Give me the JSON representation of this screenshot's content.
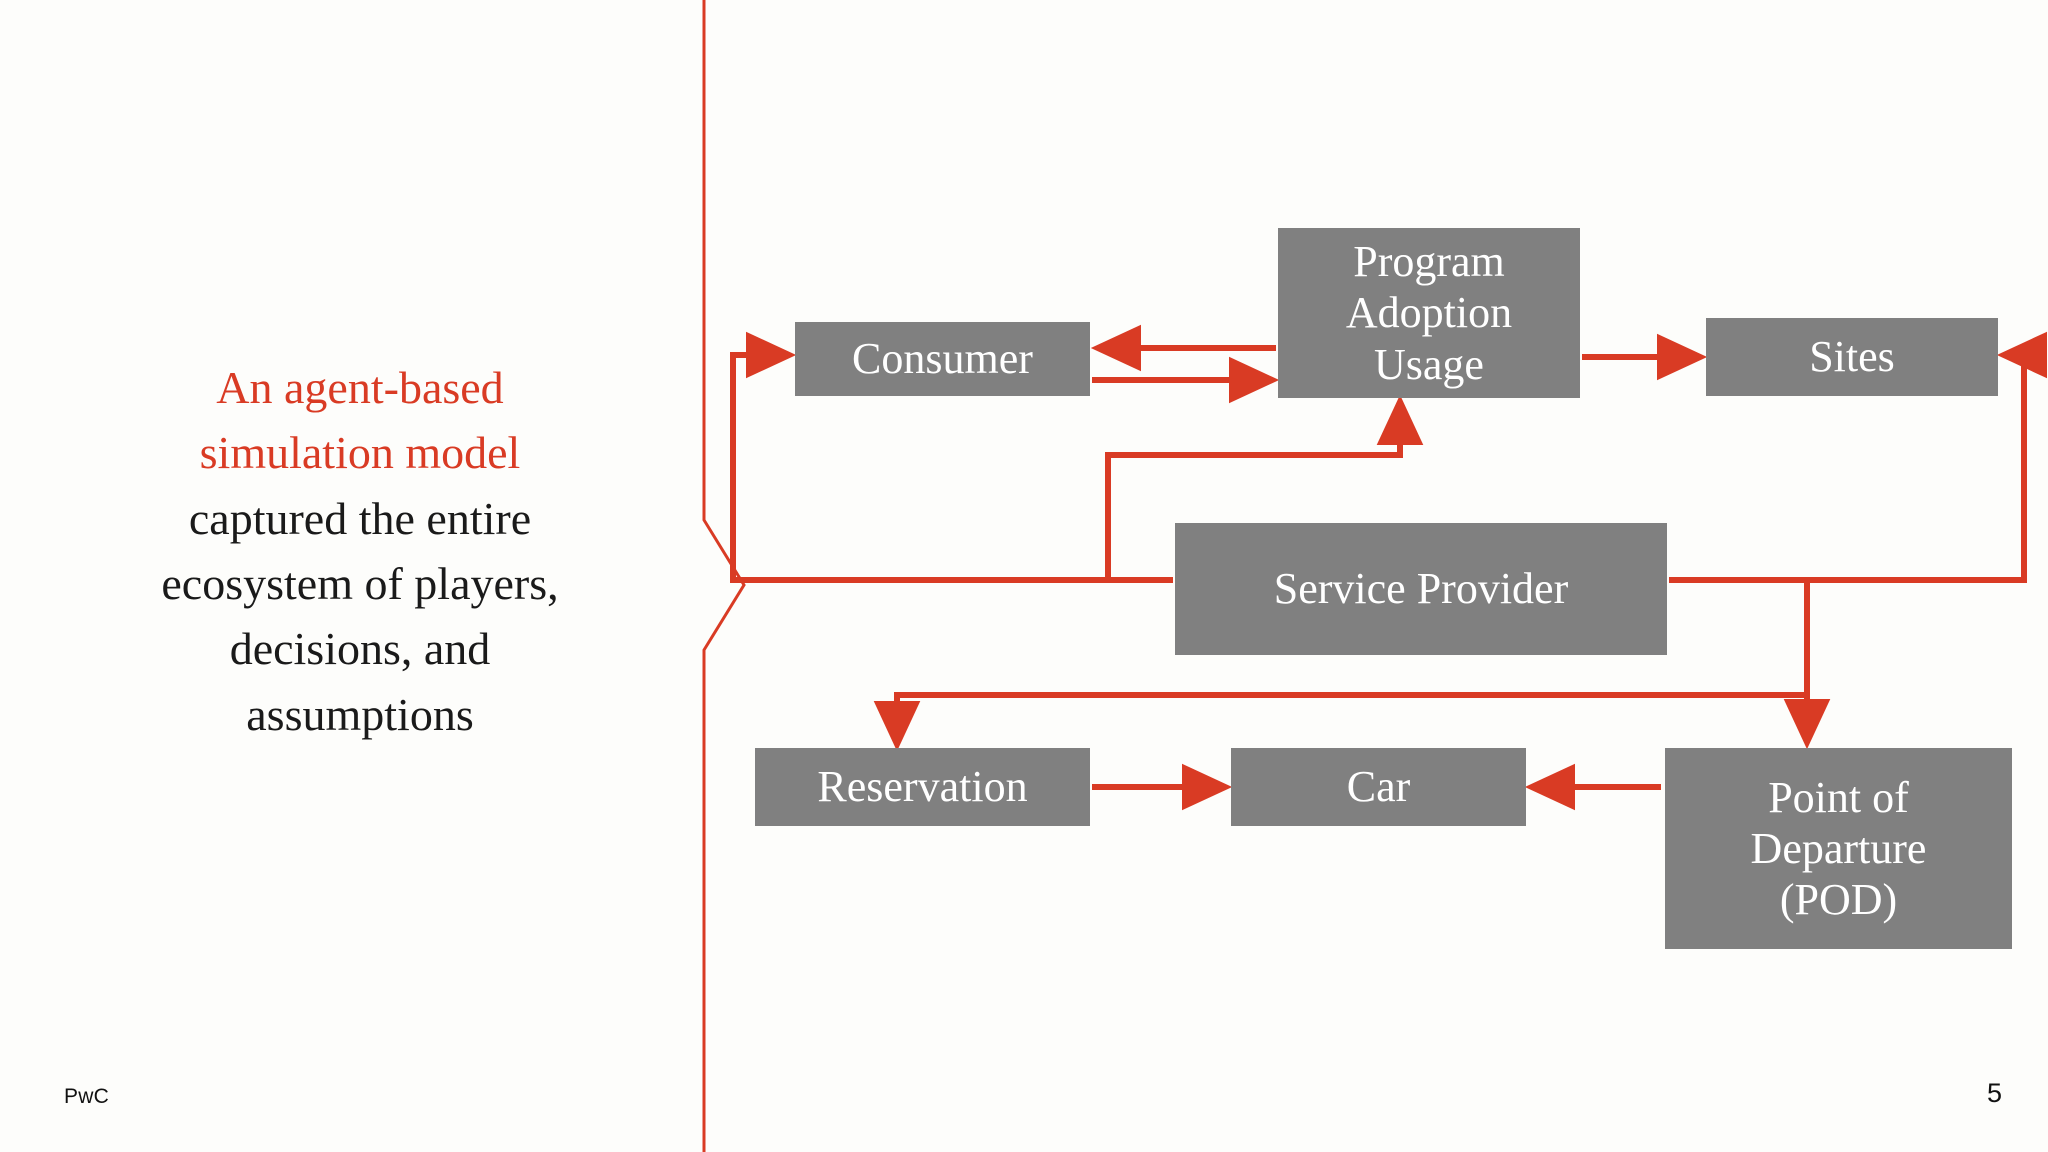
{
  "slide": {
    "background_color": "#fdfdfb",
    "accent_color": "#d93b24",
    "node_fill_color": "#808080",
    "node_text_color": "#ffffff",
    "body_text_color": "#1a1a1a"
  },
  "lead_text": {
    "accent_line_1": "An agent-based",
    "accent_line_2": "simulation model",
    "plain_line_1": "captured the entire",
    "plain_line_2": "ecosystem of players,",
    "plain_line_3": "decisions, and",
    "plain_line_4": "assumptions",
    "full_text": "An agent-based simulation model captured the entire ecosystem of players, decisions, and assumptions"
  },
  "diagram": {
    "type": "flow-diagram",
    "nodes": [
      {
        "id": "consumer",
        "label": "Consumer",
        "lines": [
          "Consumer"
        ]
      },
      {
        "id": "program",
        "label": "Program Adoption Usage",
        "lines": [
          "Program",
          "Adoption",
          "Usage"
        ]
      },
      {
        "id": "sites",
        "label": "Sites",
        "lines": [
          "Sites"
        ]
      },
      {
        "id": "service",
        "label": "Service Provider",
        "lines": [
          "Service Provider"
        ]
      },
      {
        "id": "reservation",
        "label": "Reservation",
        "lines": [
          "Reservation"
        ]
      },
      {
        "id": "car",
        "label": "Car",
        "lines": [
          "Car"
        ]
      },
      {
        "id": "pod",
        "label": "Point of Departure (POD)",
        "lines": [
          "Point of",
          "Departure",
          "(POD)"
        ]
      }
    ],
    "edges": [
      {
        "from": "program",
        "to": "consumer",
        "style": "straight-horizontal"
      },
      {
        "from": "consumer",
        "to": "program",
        "style": "straight-horizontal"
      },
      {
        "from": "program",
        "to": "sites",
        "style": "straight-horizontal"
      },
      {
        "from": "service",
        "to": "program",
        "style": "orthogonal-up"
      },
      {
        "from": "service",
        "to": "consumer",
        "style": "orthogonal-left-up"
      },
      {
        "from": "service",
        "to": "sites",
        "style": "orthogonal-right-up"
      },
      {
        "from": "service",
        "to": "pod",
        "style": "orthogonal-down"
      },
      {
        "from": "pod",
        "to": "reservation",
        "style": "orthogonal-left-down"
      },
      {
        "from": "reservation",
        "to": "car",
        "style": "straight-horizontal"
      },
      {
        "from": "pod",
        "to": "car",
        "style": "straight-horizontal"
      }
    ]
  },
  "footer": {
    "brand": "PwC",
    "page_number": "5"
  }
}
